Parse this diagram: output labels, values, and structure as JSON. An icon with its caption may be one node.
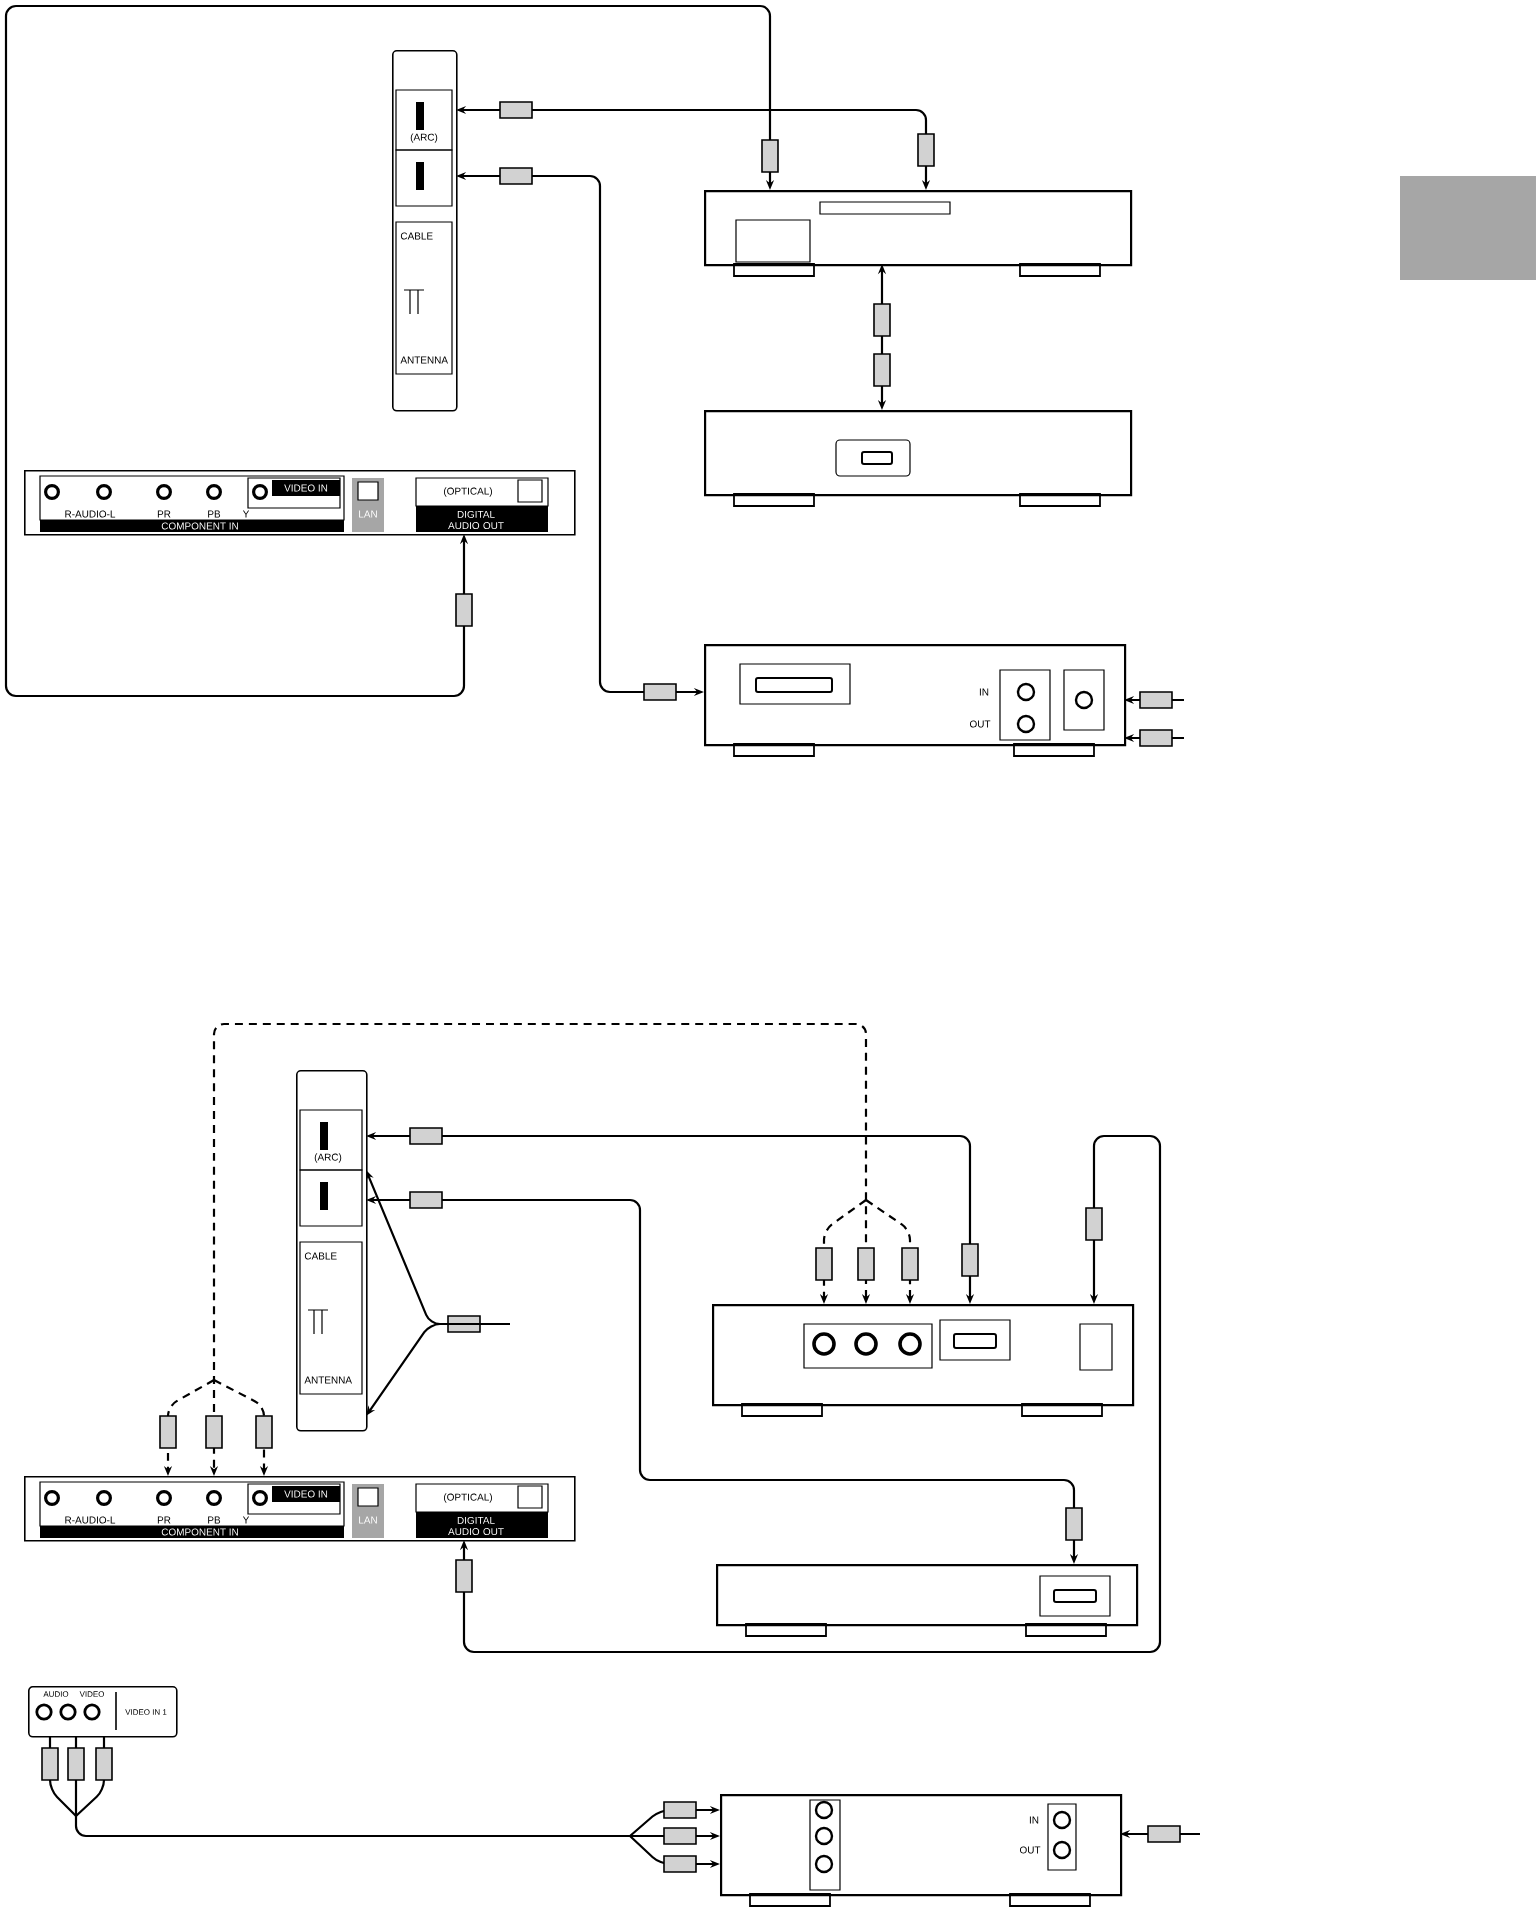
{
  "diagram": {
    "nodes": [
      {
        "text": [
          "(ARC)",
          "CABLE",
          "ANTENNA"
        ]
      },
      {
        "text": [
          "R-AUDIO-L",
          "PR",
          "PB",
          "Y",
          "VIDEO IN",
          "COMPONENT IN",
          "LAN",
          "(OPTICAL)",
          "DIGITAL AUDIO OUT"
        ]
      },
      {
        "text": [],
        "shape": "box"
      },
      {
        "text": [],
        "shape": "box"
      },
      {
        "text": [
          "IN",
          "OUT"
        ]
      },
      {
        "text": [
          "(ARC)",
          "CABLE",
          "ANTENNA"
        ]
      },
      {
        "text": [
          "R-AUDIO-L",
          "PR",
          "PB",
          "Y",
          "VIDEO IN",
          "COMPONENT IN",
          "LAN",
          "(OPTICAL)",
          "DIGITAL AUDIO OUT"
        ]
      },
      {
        "text": [],
        "shape": "box"
      },
      {
        "text": [],
        "shape": "box"
      },
      {
        "text": [
          "AUDIO",
          "VIDEO",
          "VIDEO IN 1"
        ]
      },
      {
        "text": [
          "IN",
          "OUT"
        ]
      }
    ],
    "edges": [
      {
        "from": 2,
        "to": 0,
        "arrow": "both"
      },
      {
        "from": 4,
        "to": 0,
        "arrow": "both"
      },
      {
        "from": 3,
        "to": 2,
        "arrow": "both"
      },
      {
        "from": 1,
        "to": 2,
        "arrow": "both"
      },
      {
        "from": null,
        "to": 4,
        "arrow": "to"
      },
      {
        "from": null,
        "to": 4,
        "arrow": "to"
      },
      {
        "from": 7,
        "to": 5,
        "arrow": "both"
      },
      {
        "from": 8,
        "to": 5,
        "arrow": "both"
      },
      {
        "from": null,
        "to": 5,
        "arrow": "to"
      },
      {
        "from": null,
        "to": 5,
        "arrow": "to"
      },
      {
        "from": 7,
        "to": 6,
        "arrow": "both",
        "style": "dashed"
      },
      {
        "from": 6,
        "to": 7,
        "arrow": "both"
      },
      {
        "from": 9,
        "to": 10,
        "arrow": "to"
      },
      {
        "from": null,
        "to": 10,
        "arrow": "to"
      }
    ]
  }
}
